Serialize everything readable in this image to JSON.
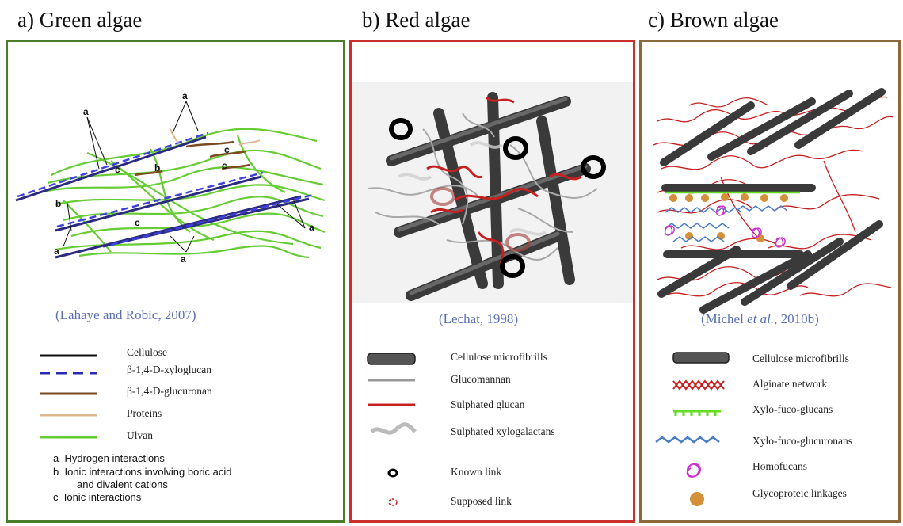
{
  "panels": [
    {
      "title": "a) Green algae",
      "citation": "(Lahaye and Robic, 2007)",
      "diagram_labels": [
        "a",
        "b",
        "c"
      ],
      "legend": [
        {
          "label": "Cellulose",
          "color": "#111111"
        },
        {
          "label": "β-1,4-D-xyloglucan",
          "color": "#2a2ab0"
        },
        {
          "label": "β-1,4-D-glucuronan",
          "color": "#7a4a20"
        },
        {
          "label": "Proteins",
          "color": "#e0b890"
        },
        {
          "label": "Ulvan",
          "color": "#66cc33"
        }
      ],
      "notes": [
        {
          "key": "a",
          "text": "Hydrogen interactions"
        },
        {
          "key": "b",
          "text": "Ionic interactions involving boric acid"
        },
        {
          "key": "",
          "text": "and divalent cations"
        },
        {
          "key": "c",
          "text": "Ionic interactions"
        }
      ]
    },
    {
      "title": "b) Red algae",
      "citation": "(Lechat, 1998)",
      "legend": [
        {
          "label": "Cellulose microfibrills",
          "color": "#555555"
        },
        {
          "label": "Glucomannan",
          "color": "#999999"
        },
        {
          "label": "Sulphated glucan",
          "color": "#c62020"
        },
        {
          "label": "Sulphated xylogalactans",
          "color": "#bbbbbb"
        },
        {
          "label": "Known link",
          "color": "#000000"
        },
        {
          "label": "Supposed link",
          "color": "#c62020"
        }
      ]
    },
    {
      "title": "c) Brown algae",
      "citation_prefix": "(Michel ",
      "citation_italic": "et al.",
      "citation_suffix": ", 2010b)",
      "legend": [
        {
          "label": "Cellulose microfibrills",
          "color": "#555555"
        },
        {
          "label": "Alginate network",
          "color": "#c62020"
        },
        {
          "label": "Xylo-fuco-glucans",
          "color": "#66dd22"
        },
        {
          "label": "Xylo-fuco-glucuronans",
          "color": "#4a7cc8"
        },
        {
          "label": "Homofucans",
          "color": "#cc33cc"
        },
        {
          "label": "Glycoproteic linkages",
          "color": "#d4913a"
        }
      ]
    }
  ]
}
